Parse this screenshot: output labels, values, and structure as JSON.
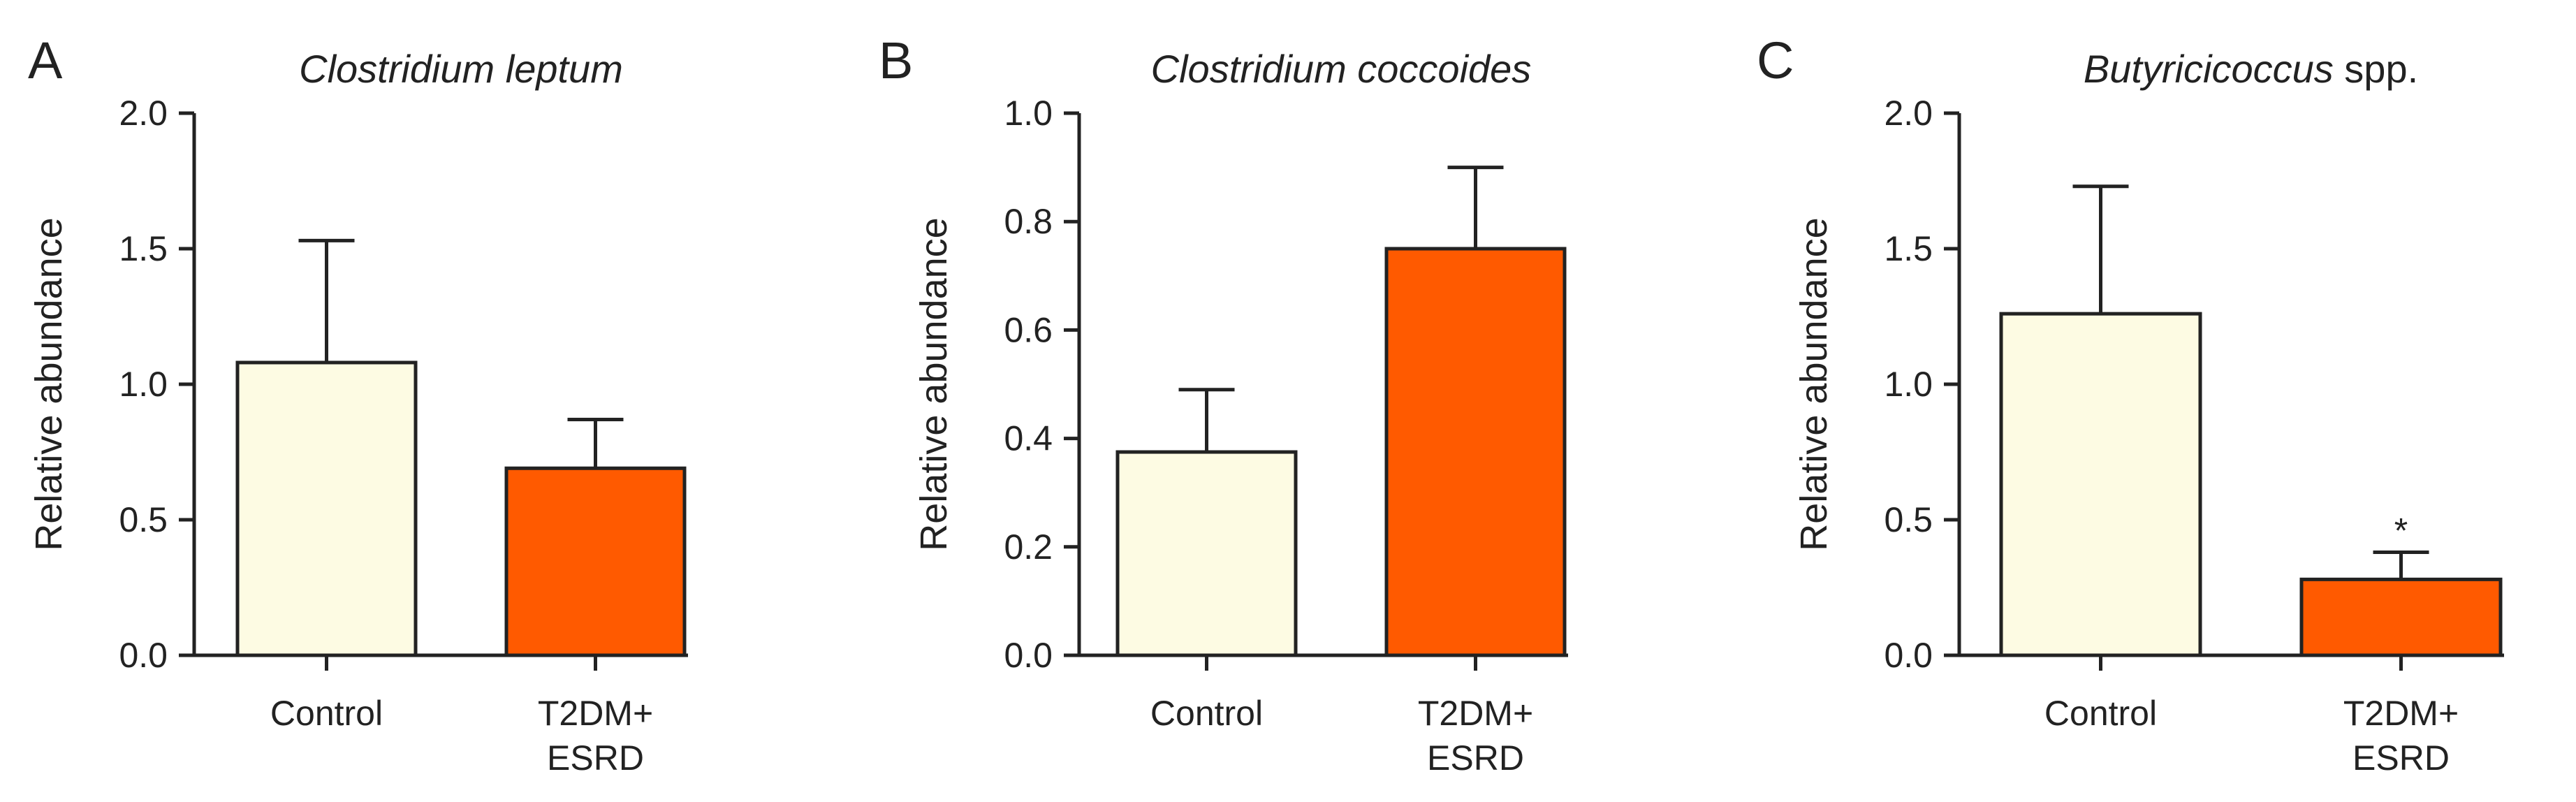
{
  "colors": {
    "control": "#fdfbe3",
    "disease": "#ff5a00",
    "ink": "#222222"
  },
  "chart_data": [
    {
      "type": "bar",
      "panel": "A",
      "title_italic": "Clostridium leptum",
      "title_plain": "",
      "ylabel": "Relative abundance",
      "ylim": [
        0,
        2.0
      ],
      "yticks": [
        "0.0",
        "0.5",
        "1.0",
        "1.5",
        "2.0"
      ],
      "categories": [
        [
          "Control"
        ],
        [
          "T2DM+",
          "ESRD"
        ]
      ],
      "values": [
        1.08,
        0.69
      ],
      "errors": [
        0.45,
        0.18
      ],
      "annotations": [
        "",
        ""
      ]
    },
    {
      "type": "bar",
      "panel": "B",
      "title_italic": "Clostridium coccoides",
      "title_plain": "",
      "ylabel": "Relative abundance",
      "ylim": [
        0,
        1.0
      ],
      "yticks": [
        "0.0",
        "0.2",
        "0.4",
        "0.6",
        "0.8",
        "1.0"
      ],
      "categories": [
        [
          "Control"
        ],
        [
          "T2DM+",
          "ESRD"
        ]
      ],
      "values": [
        0.375,
        0.75
      ],
      "errors": [
        0.115,
        0.15
      ],
      "annotations": [
        "",
        ""
      ]
    },
    {
      "type": "bar",
      "panel": "C",
      "title_italic": "Butyricicoccus",
      "title_plain": " spp.",
      "ylabel": "Relative abundance",
      "ylim": [
        0,
        2.0
      ],
      "yticks": [
        "0.0",
        "0.5",
        "1.0",
        "1.5",
        "2.0"
      ],
      "categories": [
        [
          "Control"
        ],
        [
          "T2DM+",
          "ESRD"
        ]
      ],
      "values": [
        1.26,
        0.28
      ],
      "errors": [
        0.47,
        0.1
      ],
      "annotations": [
        "",
        "*"
      ]
    }
  ]
}
